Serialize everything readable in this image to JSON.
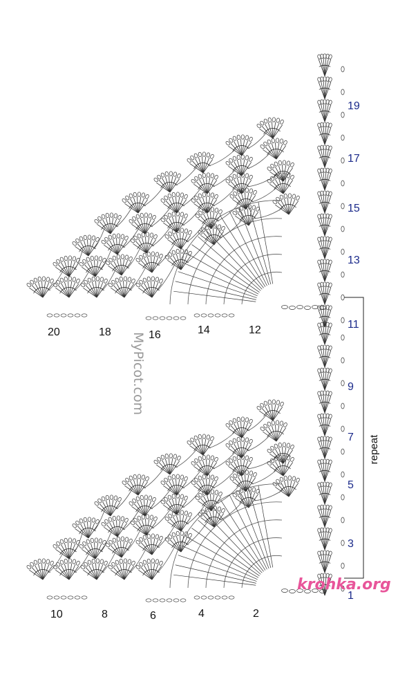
{
  "diagram": {
    "right_row_numbers": [
      "1",
      "3",
      "5",
      "7",
      "9",
      "11",
      "13",
      "15",
      "17",
      "19"
    ],
    "bottom_row_numbers": [
      "2",
      "4",
      "6",
      "8",
      "10",
      "12",
      "14",
      "16",
      "18",
      "20"
    ],
    "repeat_label": "repeat",
    "watermarks": {
      "mypicot": "MyPicot.com",
      "krohka": "krohka.org"
    },
    "colors": {
      "right_numbers": "#1b2a8a",
      "bottom_numbers": "#111111",
      "krohka_watermark": "#e8559a",
      "lines": "#333333"
    }
  }
}
